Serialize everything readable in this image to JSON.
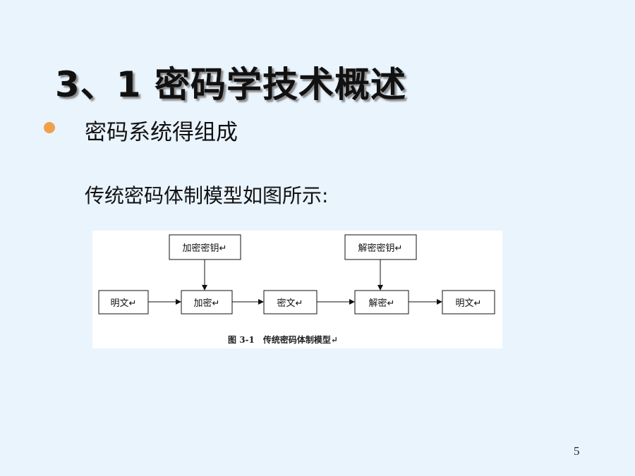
{
  "slide": {
    "title": "3、1 密码学技术概述",
    "bullet": "密码系统得组成",
    "subtext": "传统密码体制模型如图所示:",
    "page_number": "5",
    "bullet_color": "#f0a04b",
    "background": "#eaf4fd"
  },
  "diagram": {
    "encrypt_key": "加密密钥↵",
    "decrypt_key": "解密密钥↵",
    "plaintext_in": "明文↵",
    "encrypt": "加密↵",
    "ciphertext": "密文↵",
    "decrypt": "解密↵",
    "plaintext_out": "明文↵",
    "caption": "图 3-1　传统密码体制模型↵"
  }
}
